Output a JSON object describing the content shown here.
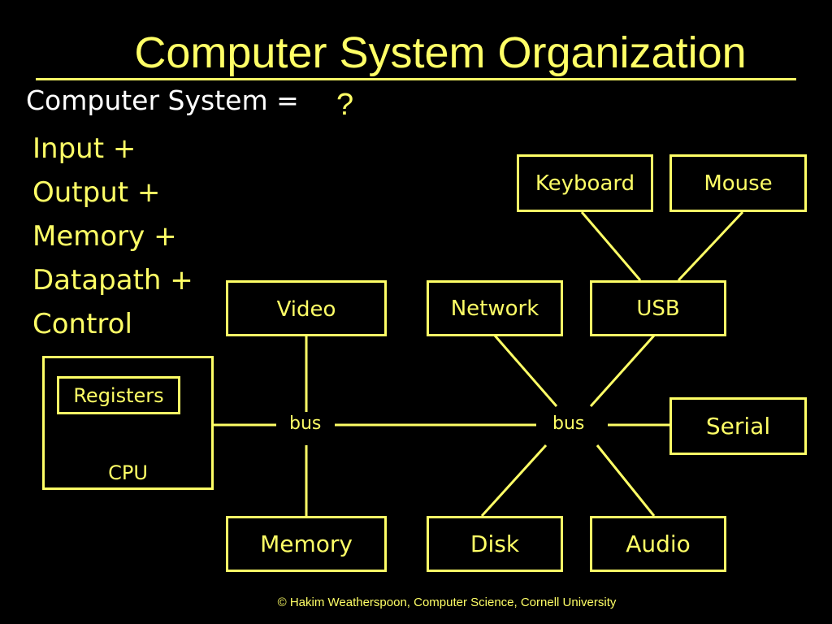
{
  "title": "Computer System Organization",
  "equation": {
    "label": "Computer System =",
    "question": "?"
  },
  "components": [
    "Input +",
    "Output +",
    "Memory +",
    "Datapath +",
    "Control"
  ],
  "diagram": {
    "cpu": "CPU",
    "registers": "Registers",
    "bus_left": "bus",
    "bus_right": "bus",
    "video": "Video",
    "memory": "Memory",
    "network": "Network",
    "usb": "USB",
    "keyboard": "Keyboard",
    "mouse": "Mouse",
    "serial": "Serial",
    "disk": "Disk",
    "audio": "Audio"
  },
  "footer": "© Hakim Weatherspoon, Computer Science, Cornell University",
  "colors": {
    "background": "#000000",
    "accent": "#ffff66",
    "white_text": "#ffffff"
  }
}
